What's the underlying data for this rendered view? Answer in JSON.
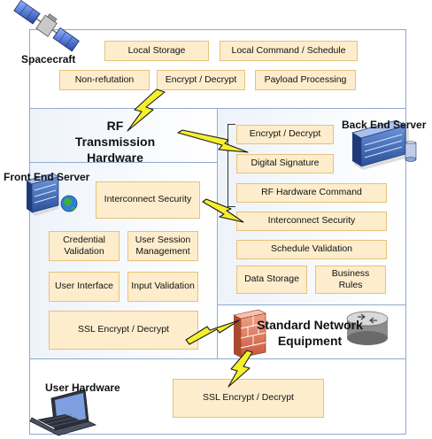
{
  "spacecraft": {
    "label": "Spacecraft",
    "icon": "satellite-icon",
    "functions": [
      "Local Storage",
      "Local Command / Schedule",
      "Non-refutation",
      "Encrypt / Decrypt",
      "Payload Processing"
    ]
  },
  "rf_transmission": {
    "label": "RF Transmission Hardware"
  },
  "back_end_server": {
    "label": "Back End Server",
    "icon": "server-icon",
    "functions": [
      "Encrypt / Decrypt",
      "Digital Signature",
      "RF Hardware Command",
      "Interconnect Security",
      "Schedule Validation",
      "Data Storage",
      "Business Rules"
    ]
  },
  "front_end_server": {
    "label": "Front End Server",
    "icon": "web-server-icon",
    "functions": [
      "Interconnect Security",
      "Credential Validation",
      "User Session Management",
      "User Interface",
      "Input Validation",
      "SSL Encrypt / Decrypt"
    ]
  },
  "network_equipment": {
    "label": "Standard Network Equipment",
    "icons": [
      "firewall-icon",
      "router-icon"
    ]
  },
  "user_hardware": {
    "label": "User Hardware",
    "icon": "laptop-icon",
    "functions": [
      "SSL Encrypt / Decrypt"
    ]
  },
  "colors": {
    "box_fill": "#fdedcc",
    "box_border": "#e7c27a",
    "zone_border": "#8fa9cf",
    "bolt": "#f5ef2c"
  }
}
